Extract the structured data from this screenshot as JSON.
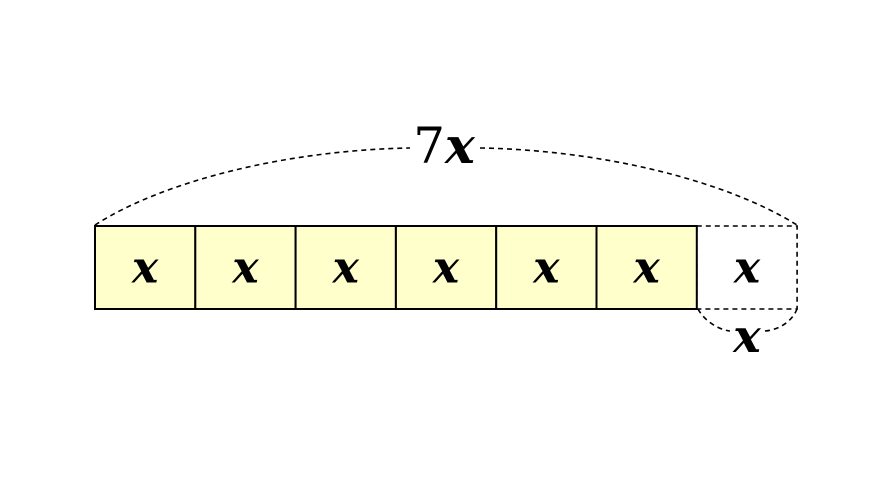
{
  "diagram": {
    "total_label": {
      "coefficient": "7",
      "variable": "x"
    },
    "boxes": [
      {
        "label": "x",
        "style": "filled"
      },
      {
        "label": "x",
        "style": "filled"
      },
      {
        "label": "x",
        "style": "filled"
      },
      {
        "label": "x",
        "style": "filled"
      },
      {
        "label": "x",
        "style": "filled"
      },
      {
        "label": "x",
        "style": "filled"
      },
      {
        "label": "x",
        "style": "dashed"
      }
    ],
    "extra_label": "x",
    "colors": {
      "box_fill": "#ffffcc",
      "stroke": "#000000",
      "background": "#ffffff"
    }
  }
}
